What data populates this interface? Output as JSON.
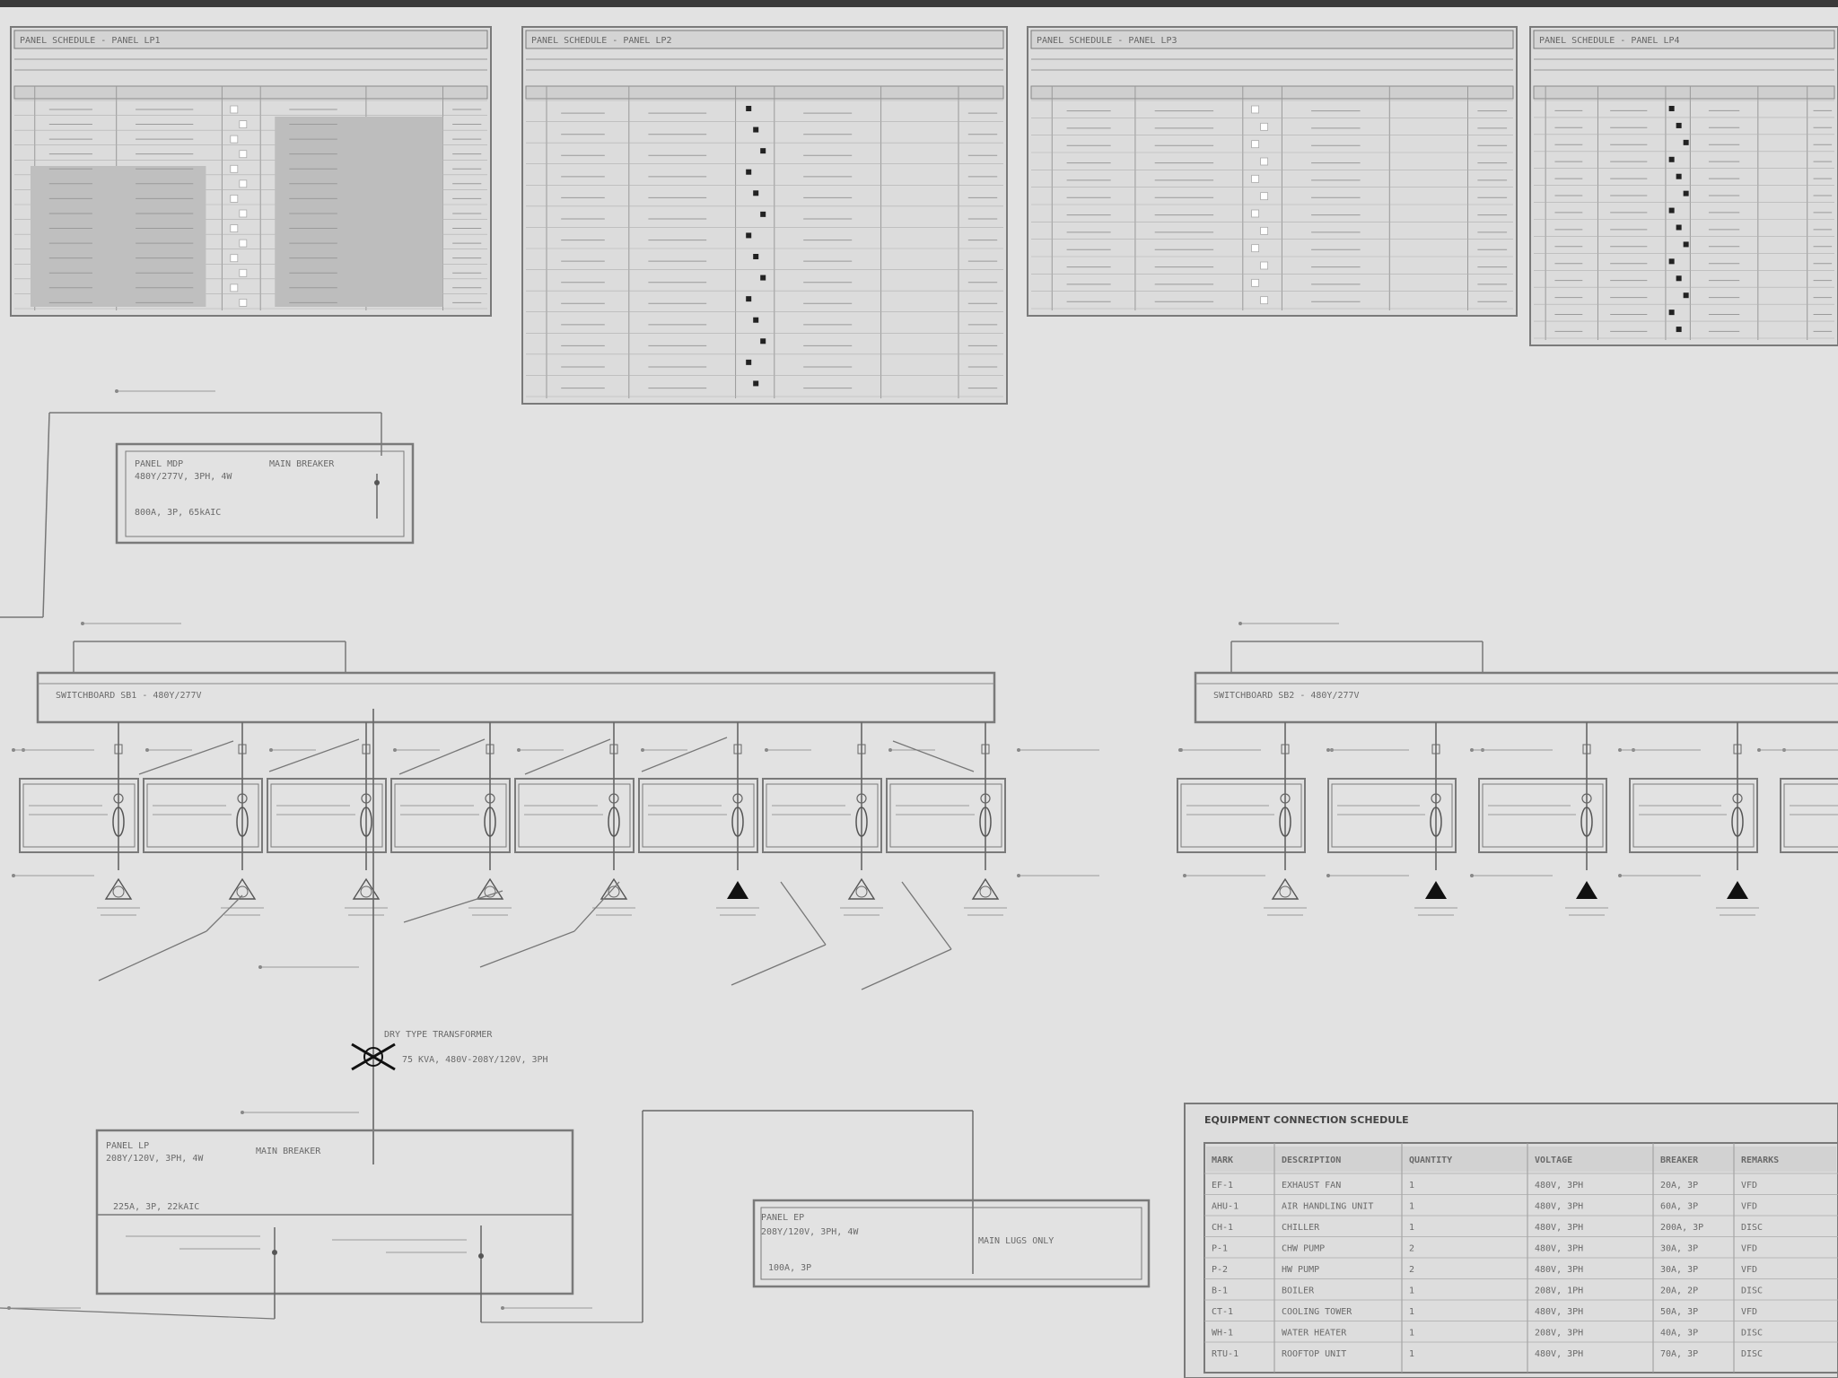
{
  "sheet": {
    "panel_schedules": [
      {
        "title": "PANEL SCHEDULE - PANEL LP1",
        "rows": 14
      },
      {
        "title": "PANEL SCHEDULE - PANEL LP2",
        "rows": 14
      },
      {
        "title": "PANEL SCHEDULE - PANEL LP3",
        "rows": 12
      },
      {
        "title": "PANEL SCHEDULE - PANEL LP4",
        "rows": 14
      }
    ],
    "panel_boards": [
      {
        "title": "PANEL MDP",
        "spec": "480Y/277V, 3PH, 4W",
        "breaker": "MAIN BREAKER",
        "note": "800A, 3P, 65kAIC"
      },
      {
        "title": "PANEL LP",
        "spec": "208Y/120V, 3PH, 4W",
        "breaker": "MAIN BREAKER",
        "note": "225A, 3P, 22kAIC"
      },
      {
        "title": "PANEL EP",
        "spec": "208Y/120V, 3PH, 4W",
        "breaker": "MAIN LUGS ONLY",
        "note": "100A, 3P"
      }
    ],
    "switchboards": [
      {
        "title": "SWITCHBOARD SB1 - 480Y/277V"
      },
      {
        "title": "SWITCHBOARD SB2 - 480Y/277V"
      }
    ],
    "transformer": {
      "label": "DRY TYPE TRANSFORMER",
      "rating": "75 KVA, 480V-208Y/120V, 3PH"
    },
    "equipment_schedule": {
      "title": "EQUIPMENT CONNECTION SCHEDULE",
      "columns": [
        "MARK",
        "DESCRIPTION",
        "QUANTITY",
        "VOLTAGE",
        "BREAKER",
        "REMARKS"
      ],
      "rows": [
        [
          "EF-1",
          "EXHAUST FAN",
          "1",
          "480V, 3PH",
          "20A, 3P",
          "VFD"
        ],
        [
          "AHU-1",
          "AIR HANDLING UNIT",
          "1",
          "480V, 3PH",
          "60A, 3P",
          "VFD"
        ],
        [
          "CH-1",
          "CHILLER",
          "1",
          "480V, 3PH",
          "200A, 3P",
          "DISC"
        ],
        [
          "P-1",
          "CHW PUMP",
          "2",
          "480V, 3PH",
          "30A, 3P",
          "VFD"
        ],
        [
          "P-2",
          "HW PUMP",
          "2",
          "480V, 3PH",
          "30A, 3P",
          "VFD"
        ],
        [
          "B-1",
          "BOILER",
          "1",
          "208V, 1PH",
          "20A, 2P",
          "DISC"
        ],
        [
          "CT-1",
          "COOLING TOWER",
          "1",
          "480V, 3PH",
          "50A, 3P",
          "VFD"
        ],
        [
          "WH-1",
          "WATER HEATER",
          "1",
          "208V, 3PH",
          "40A, 3P",
          "DISC"
        ],
        [
          "RTU-1",
          "ROOFTOP UNIT",
          "1",
          "480V, 3PH",
          "70A, 3P",
          "DISC"
        ]
      ]
    }
  }
}
